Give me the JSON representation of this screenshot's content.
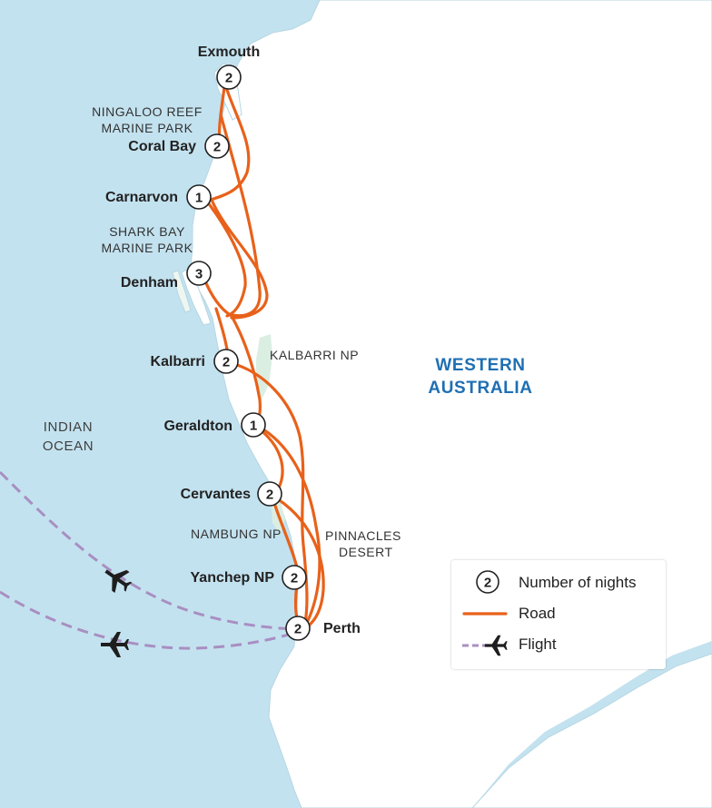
{
  "region_label": [
    "WESTERN",
    "AUSTRALIA"
  ],
  "ocean_label": [
    "INDIAN",
    "OCEAN"
  ],
  "towns": [
    {
      "id": "exmouth",
      "name": "Exmouth",
      "nights": "2"
    },
    {
      "id": "coral-bay",
      "name": "Coral Bay",
      "nights": "2"
    },
    {
      "id": "carnarvon",
      "name": "Carnarvon",
      "nights": "1"
    },
    {
      "id": "denham",
      "name": "Denham",
      "nights": "3"
    },
    {
      "id": "kalbarri",
      "name": "Kalbarri",
      "nights": "2"
    },
    {
      "id": "geraldton",
      "name": "Geraldton",
      "nights": "1"
    },
    {
      "id": "cervantes",
      "name": "Cervantes",
      "nights": "2"
    },
    {
      "id": "yanchep-np",
      "name": "Yanchep NP",
      "nights": "2"
    },
    {
      "id": "perth",
      "name": "Perth",
      "nights": "2"
    }
  ],
  "parks": {
    "ningaloo": [
      "NINGALOO REEF",
      "MARINE PARK"
    ],
    "shark_bay": [
      "SHARK BAY",
      "MARINE PARK"
    ],
    "kalbarri_np": [
      "KALBARRI NP"
    ],
    "nambung_np": [
      "NAMBUNG NP"
    ],
    "pinnacles": [
      "PINNACLES",
      "DESERT"
    ]
  },
  "legend": {
    "badge_sample": "2",
    "nights_label": "Number of nights",
    "road_label": "Road",
    "flight_label": "Flight"
  },
  "colors": {
    "ocean": "#c3e2ef",
    "land": "#ffffff",
    "road": "#e8611a",
    "flight": "#a88fc2",
    "region_text": "#1f6fb3",
    "park_fill": "#dbeee2"
  },
  "icons": {
    "flight_marker": "airplane-icon",
    "night_marker": "night-count-badge"
  }
}
